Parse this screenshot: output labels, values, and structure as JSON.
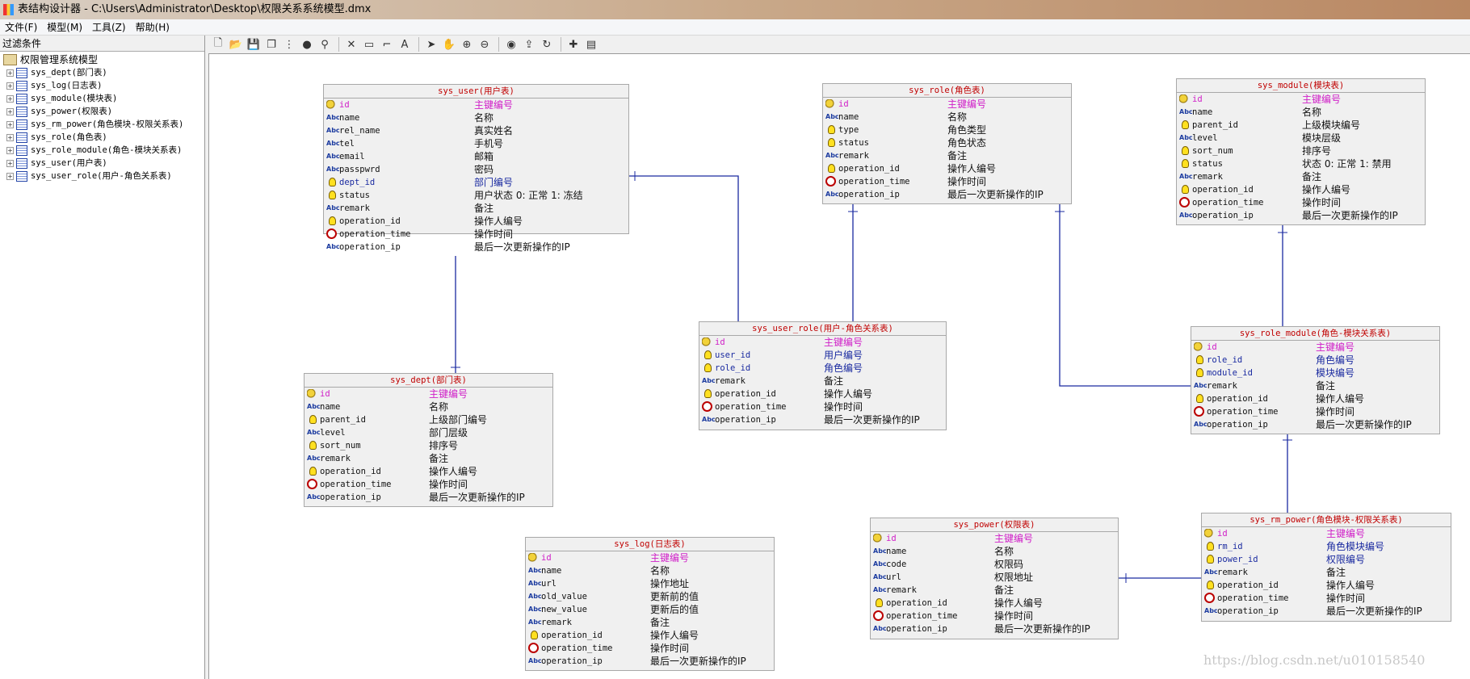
{
  "window": {
    "title": "表结构设计器 - C:\\Users\\Administrator\\Desktop\\权限关系系统模型.dmx"
  },
  "menu": [
    "文件(F)",
    "模型(M)",
    "工具(Z)",
    "帮助(H)"
  ],
  "left_panel": {
    "filter_label": "过滤条件",
    "root": "权限管理系统模型",
    "items": [
      "sys_dept(部门表)",
      "sys_log(日志表)",
      "sys_module(模块表)",
      "sys_power(权限表)",
      "sys_rm_power(角色模块-权限关系表)",
      "sys_role(角色表)",
      "sys_role_module(角色-模块关系表)",
      "sys_user(用户表)",
      "sys_user_role(用户-角色关系表)"
    ]
  },
  "toolbar": [
    {
      "icon": "new-icon",
      "glyph": "🗋"
    },
    {
      "icon": "open-icon",
      "glyph": "📂"
    },
    {
      "icon": "save-icon",
      "glyph": "💾"
    },
    {
      "icon": "copy-icon",
      "glyph": "❐"
    },
    {
      "icon": "tree-icon",
      "glyph": "⋮"
    },
    {
      "icon": "globe-icon",
      "glyph": "●"
    },
    {
      "icon": "find-icon",
      "glyph": "⚲"
    },
    {
      "icon": "sep"
    },
    {
      "icon": "delete-icon",
      "glyph": "✕"
    },
    {
      "icon": "table-icon",
      "glyph": "▭"
    },
    {
      "icon": "relation-icon",
      "glyph": "⌐"
    },
    {
      "icon": "text-icon",
      "glyph": "A"
    },
    {
      "icon": "sep"
    },
    {
      "icon": "pointer-icon",
      "glyph": "➤"
    },
    {
      "icon": "hand-icon",
      "glyph": "✋"
    },
    {
      "icon": "zoom-in-icon",
      "glyph": "⊕"
    },
    {
      "icon": "zoom-out-icon",
      "glyph": "⊖"
    },
    {
      "icon": "sep"
    },
    {
      "icon": "eye-icon",
      "glyph": "◉"
    },
    {
      "icon": "export-icon",
      "glyph": "⇪"
    },
    {
      "icon": "refresh-icon",
      "glyph": "↻"
    },
    {
      "icon": "sep"
    },
    {
      "icon": "add-icon",
      "glyph": "✚"
    },
    {
      "icon": "disabled-icon",
      "glyph": "▤"
    }
  ],
  "colors": {
    "title": "#c00000",
    "pk": "#d020c8",
    "fk": "#1a2aa0",
    "link": "#1a2aa0"
  },
  "entities": [
    {
      "key": "sys_user",
      "title": "sys_user(用户表)",
      "rows": [
        [
          "key",
          "id",
          "主键编号",
          "pk"
        ],
        [
          "abc",
          "name",
          "名称",
          ""
        ],
        [
          "abc",
          "rel_name",
          "真实姓名",
          ""
        ],
        [
          "abc",
          "tel",
          "手机号",
          ""
        ],
        [
          "abc",
          "email",
          "邮箱",
          ""
        ],
        [
          "abc",
          "passpwrd",
          "密码",
          ""
        ],
        [
          "bulb",
          "dept_id",
          "部门编号",
          "fk"
        ],
        [
          "bulb",
          "status",
          "用户状态 0: 正常  1: 冻结",
          ""
        ],
        [
          "abc",
          "remark",
          "备注",
          ""
        ],
        [
          "bulb",
          "operation_id",
          "操作人编号",
          ""
        ],
        [
          "clock",
          "operation_time",
          "操作时间",
          ""
        ],
        [
          "abc",
          "operation_ip",
          "最后一次更新操作的IP",
          ""
        ]
      ]
    },
    {
      "key": "sys_role",
      "title": "sys_role(角色表)",
      "rows": [
        [
          "key",
          "id",
          "主键编号",
          "pk"
        ],
        [
          "abc",
          "name",
          "名称",
          ""
        ],
        [
          "bulb",
          "type",
          "角色类型",
          ""
        ],
        [
          "bulb",
          "status",
          "角色状态",
          ""
        ],
        [
          "abc",
          "remark",
          "备注",
          ""
        ],
        [
          "bulb",
          "operation_id",
          "操作人编号",
          ""
        ],
        [
          "clock",
          "operation_time",
          "操作时间",
          ""
        ],
        [
          "abc",
          "operation_ip",
          "最后一次更新操作的IP",
          ""
        ]
      ]
    },
    {
      "key": "sys_module",
      "title": "sys_module(模块表)",
      "rows": [
        [
          "key",
          "id",
          "主键编号",
          "pk"
        ],
        [
          "abc",
          "name",
          "名称",
          ""
        ],
        [
          "bulb",
          "parent_id",
          "上级模块编号",
          ""
        ],
        [
          "abc",
          "level",
          "模块层级",
          ""
        ],
        [
          "bulb",
          "sort_num",
          "排序号",
          ""
        ],
        [
          "bulb",
          "status",
          "状态 0: 正常 1: 禁用",
          ""
        ],
        [
          "abc",
          "remark",
          "备注",
          ""
        ],
        [
          "bulb",
          "operation_id",
          "操作人编号",
          ""
        ],
        [
          "clock",
          "operation_time",
          "操作时间",
          ""
        ],
        [
          "abc",
          "operation_ip",
          "最后一次更新操作的IP",
          ""
        ]
      ]
    },
    {
      "key": "sys_user_role",
      "title": "sys_user_role(用户-角色关系表)",
      "rows": [
        [
          "key",
          "id",
          "主键编号",
          "pk"
        ],
        [
          "bulb",
          "user_id",
          "用户编号",
          "fk"
        ],
        [
          "bulb",
          "role_id",
          "角色编号",
          "fk"
        ],
        [
          "abc",
          "remark",
          "备注",
          ""
        ],
        [
          "bulb",
          "operation_id",
          "操作人编号",
          ""
        ],
        [
          "clock",
          "operation_time",
          "操作时间",
          ""
        ],
        [
          "abc",
          "operation_ip",
          "最后一次更新操作的IP",
          ""
        ]
      ]
    },
    {
      "key": "sys_role_module",
      "title": "sys_role_module(角色-模块关系表)",
      "rows": [
        [
          "key",
          "id",
          "主键编号",
          "pk"
        ],
        [
          "bulb",
          "role_id",
          "角色编号",
          "fk"
        ],
        [
          "bulb",
          "module_id",
          "模块编号",
          "fk"
        ],
        [
          "abc",
          "remark",
          "备注",
          ""
        ],
        [
          "bulb",
          "operation_id",
          "操作人编号",
          ""
        ],
        [
          "clock",
          "operation_time",
          "操作时间",
          ""
        ],
        [
          "abc",
          "operation_ip",
          "最后一次更新操作的IP",
          ""
        ]
      ]
    },
    {
      "key": "sys_dept",
      "title": "sys_dept(部门表)",
      "rows": [
        [
          "key",
          "id",
          "主键编号",
          "pk"
        ],
        [
          "abc",
          "name",
          "名称",
          ""
        ],
        [
          "bulb",
          "parent_id",
          "上级部门编号",
          ""
        ],
        [
          "abc",
          "level",
          "部门层级",
          ""
        ],
        [
          "bulb",
          "sort_num",
          "排序号",
          ""
        ],
        [
          "abc",
          "remark",
          "备注",
          ""
        ],
        [
          "bulb",
          "operation_id",
          "操作人编号",
          ""
        ],
        [
          "clock",
          "operation_time",
          "操作时间",
          ""
        ],
        [
          "abc",
          "operation_ip",
          "最后一次更新操作的IP",
          ""
        ]
      ]
    },
    {
      "key": "sys_log",
      "title": "sys_log(日志表)",
      "rows": [
        [
          "key",
          "id",
          "主键编号",
          "pk"
        ],
        [
          "abc",
          "name",
          "名称",
          ""
        ],
        [
          "abc",
          "url",
          "操作地址",
          ""
        ],
        [
          "abc",
          "old_value",
          "更新前的值",
          ""
        ],
        [
          "abc",
          "new_value",
          "更新后的值",
          ""
        ],
        [
          "abc",
          "remark",
          "备注",
          ""
        ],
        [
          "bulb",
          "operation_id",
          "操作人编号",
          ""
        ],
        [
          "clock",
          "operation_time",
          "操作时间",
          ""
        ],
        [
          "abc",
          "operation_ip",
          "最后一次更新操作的IP",
          ""
        ]
      ]
    },
    {
      "key": "sys_power",
      "title": "sys_power(权限表)",
      "rows": [
        [
          "key",
          "id",
          "主键编号",
          "pk"
        ],
        [
          "abc",
          "name",
          "名称",
          ""
        ],
        [
          "abc",
          "code",
          "权限码",
          ""
        ],
        [
          "abc",
          "url",
          "权限地址",
          ""
        ],
        [
          "abc",
          "remark",
          "备注",
          ""
        ],
        [
          "bulb",
          "operation_id",
          "操作人编号",
          ""
        ],
        [
          "clock",
          "operation_time",
          "操作时间",
          ""
        ],
        [
          "abc",
          "operation_ip",
          "最后一次更新操作的IP",
          ""
        ]
      ]
    },
    {
      "key": "sys_rm_power",
      "title": "sys_rm_power(角色模块-权限关系表)",
      "rows": [
        [
          "key",
          "id",
          "主键编号",
          "pk"
        ],
        [
          "bulb",
          "rm_id",
          "角色模块编号",
          "fk"
        ],
        [
          "bulb",
          "power_id",
          "权限编号",
          "fk"
        ],
        [
          "abc",
          "remark",
          "备注",
          ""
        ],
        [
          "bulb",
          "operation_id",
          "操作人编号",
          ""
        ],
        [
          "clock",
          "operation_time",
          "操作时间",
          ""
        ],
        [
          "abc",
          "operation_ip",
          "最后一次更新操作的IP",
          ""
        ]
      ]
    }
  ],
  "watermark": "https://blog.csdn.net/u010158540"
}
